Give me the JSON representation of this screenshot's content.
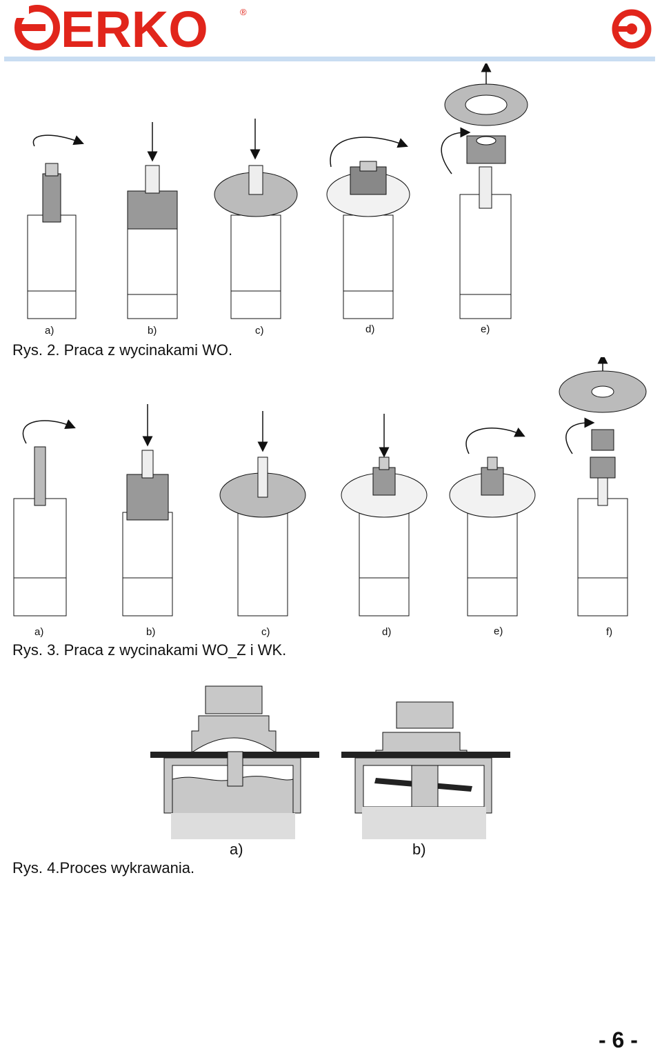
{
  "header": {
    "brand": "ERKO",
    "registered": "®"
  },
  "figure2": {
    "steps": [
      "a)",
      "b)",
      "c)",
      "d)",
      "e)"
    ],
    "caption": "Rys. 2. Praca z wycinakami WO."
  },
  "figure3": {
    "steps": [
      "a)",
      "b)",
      "c)",
      "d)",
      "e)",
      "f)"
    ],
    "caption": "Rys. 3. Praca z wycinakami WO_Z  i  WK."
  },
  "figure4": {
    "labels": [
      "a)",
      "b)"
    ],
    "caption": "Rys. 4.Proces wykrawania."
  },
  "footer": {
    "page": "- 6 -"
  },
  "colors": {
    "brand_red": "#e1251b",
    "rule_blue": "#c9ddf2",
    "part_gray": "#c8c8c8",
    "dark": "#222222"
  }
}
